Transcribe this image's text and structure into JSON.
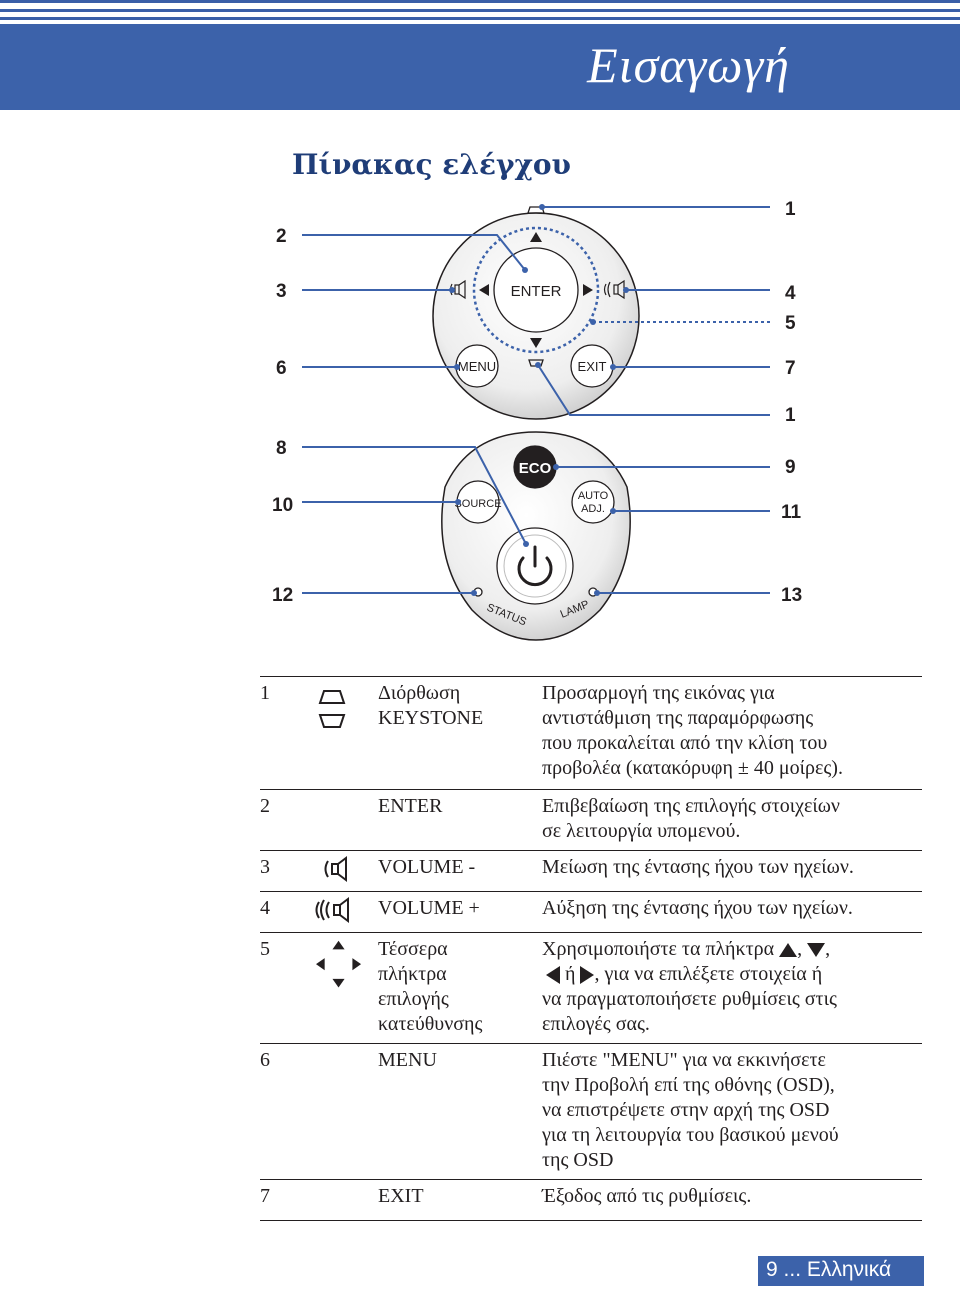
{
  "header": {
    "title": "Εισαγωγή"
  },
  "section": {
    "title": "Πίνακας ελέγχου"
  },
  "diagram": {
    "buttons": {
      "enter": "ENTER",
      "menu": "MENU",
      "exit": "EXIT",
      "eco": "ECO",
      "source": "SOURCE",
      "auto_line1": "AUTO",
      "auto_line2": "ADJ.",
      "status": "STATUS",
      "lamp": "LAMP"
    },
    "callouts_left": [
      "2",
      "3",
      "6",
      "8",
      "10",
      "12"
    ],
    "callouts_right": [
      "1",
      "4",
      "5",
      "7",
      "1",
      "9",
      "11",
      "13"
    ]
  },
  "table": {
    "rows": [
      {
        "num": "1",
        "icon": "keystone-icon",
        "name": [
          "Διόρθωση",
          "KEYSTONE"
        ],
        "desc": [
          "Προσαρμογή της εικόνας για",
          "αντιστάθμιση της παραμόρφωσης",
          "που προκαλείται από την κλίση του",
          "προβολέα (κατακόρυφη ± 40 μοίρες)."
        ]
      },
      {
        "num": "2",
        "icon": "",
        "name": [
          "ENTER"
        ],
        "desc": [
          "Επιβεβαίωση της επιλογής στοιχείων",
          "σε λειτουργία υπομενού."
        ]
      },
      {
        "num": "3",
        "icon": "volume-down-icon",
        "name": [
          "VOLUME -"
        ],
        "desc": [
          "Μείωση της έντασης ήχου των ηχείων."
        ]
      },
      {
        "num": "4",
        "icon": "volume-up-icon",
        "name": [
          "VOLUME +"
        ],
        "desc": [
          "Αύξηση της έντασης ήχου των ηχείων."
        ]
      },
      {
        "num": "5",
        "icon": "direction-keys-icon",
        "name": [
          "Τέσσερα",
          "πλήκτρα",
          "επιλογής",
          "κατεύθυνσης"
        ],
        "desc_parts": {
          "l1a": "Χρησιμοποιήστε τα πλήκτρα ",
          "l1b": ", ",
          "l1c": ",",
          "l2a": " ή ",
          "l2b": ", για να επιλέξετε στοιχεία ή",
          "l3": "να πραγματοποιήσετε ρυθμίσεις στις",
          "l4": "επιλογές σας."
        }
      },
      {
        "num": "6",
        "icon": "",
        "name": [
          "MENU"
        ],
        "desc": [
          "Πιέστε \"MENU\" για να εκκινήσετε",
          "την Προβολή επί της οθόνης (OSD),",
          "να επιστρέψετε στην αρχή της OSD",
          "για τη λειτουργία του βασικού μενού",
          "της OSD"
        ]
      },
      {
        "num": "7",
        "icon": "",
        "name": [
          "EXIT"
        ],
        "desc": [
          "Έξοδος από τις ρυθμίσεις."
        ]
      }
    ]
  },
  "footer": {
    "page": "9",
    "lang": "... Ελληνικά"
  },
  "colors": {
    "brand_blue": "#3c62aa",
    "callout_line": "#3c62aa",
    "text": "#231f20"
  }
}
